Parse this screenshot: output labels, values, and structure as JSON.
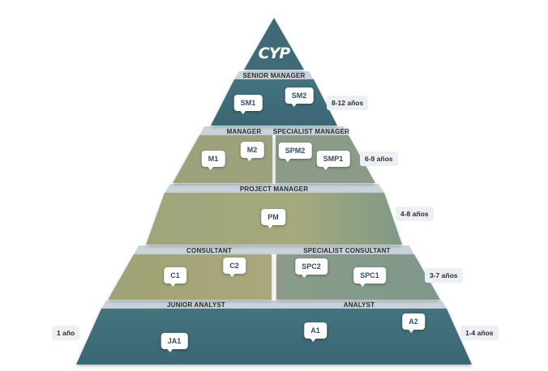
{
  "logo_text": "CYP",
  "levels": {
    "senior_manager": {
      "label": "SENIOR MANAGER",
      "years": "8-12 años",
      "roles": [
        "SM1",
        "SM2"
      ]
    },
    "manager": {
      "label": "MANAGER",
      "roles": [
        "M1",
        "M2"
      ]
    },
    "specialist_manager": {
      "label": "SPECIALIST MANAGER",
      "years": "6-9 años",
      "roles": [
        "SPM2",
        "SMP1"
      ]
    },
    "project_manager": {
      "label": "PROJECT MANAGER",
      "years": "4-8 años",
      "roles": [
        "PM"
      ]
    },
    "consultant": {
      "label": "CONSULTANT",
      "roles": [
        "C1",
        "C2"
      ]
    },
    "specialist_consultant": {
      "label": "SPECIALIST CONSULTANT",
      "years": "3-7 años",
      "roles": [
        "SPC2",
        "SPC1"
      ]
    },
    "junior_analyst": {
      "label": "JUNIOR ANALYST",
      "years": "1 año",
      "roles": [
        "JA1"
      ]
    },
    "analyst": {
      "label": "ANALYST",
      "years": "1-4 años",
      "roles": [
        "A1",
        "A2"
      ]
    }
  },
  "colors": {
    "teal": "#3f6d7a",
    "olive": "#a3a77a",
    "sage": "#8c9d8a",
    "band": "#c9d3da"
  }
}
